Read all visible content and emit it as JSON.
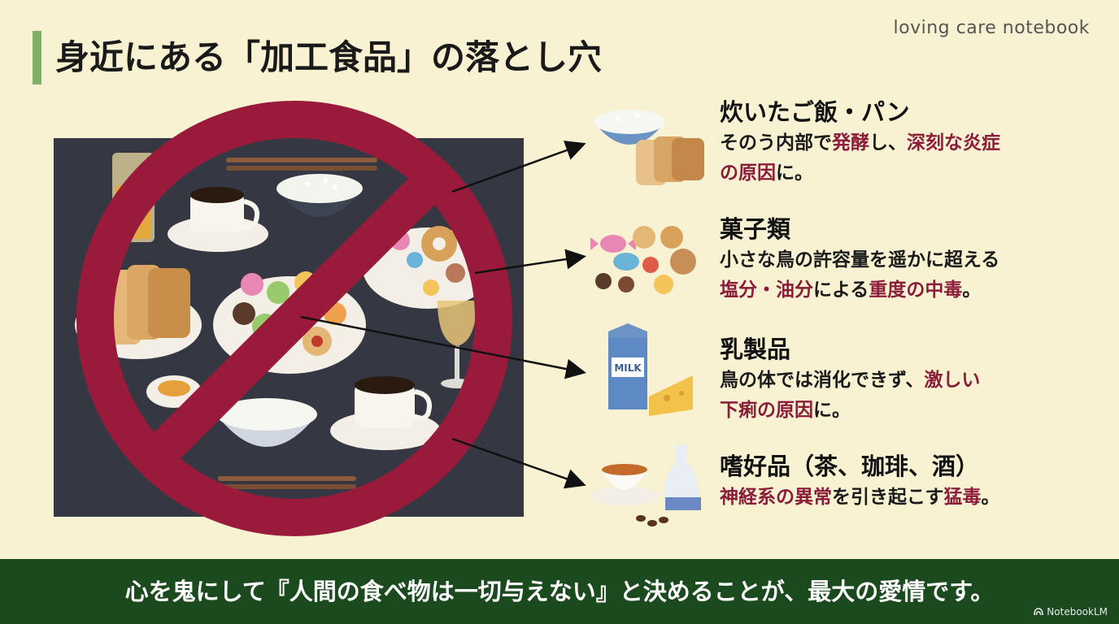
{
  "header": {
    "title": "身近にある「加工食品」の落とし穴",
    "brand": "loving care notebook"
  },
  "items": [
    {
      "title": "炊いたご飯・パン",
      "lines": [
        [
          {
            "t": "そのう内部で",
            "hl": false
          },
          {
            "t": "発酵",
            "hl": true
          },
          {
            "t": "し、",
            "hl": false
          },
          {
            "t": "深刻な炎症",
            "hl": true
          }
        ],
        [
          {
            "t": "の原因",
            "hl": true
          },
          {
            "t": "に。",
            "hl": false
          }
        ]
      ],
      "icon": "rice-bread-icon"
    },
    {
      "title": "菓子類",
      "lines": [
        [
          {
            "t": "小さな鳥の許容量を遥かに超える",
            "hl": false
          }
        ],
        [
          {
            "t": "塩分・油分",
            "hl": true
          },
          {
            "t": "による",
            "hl": false
          },
          {
            "t": "重度の中毒",
            "hl": true
          },
          {
            "t": "。",
            "hl": false
          }
        ]
      ],
      "icon": "sweets-icon"
    },
    {
      "title": "乳製品",
      "lines": [
        [
          {
            "t": "鳥の体では消化できず、",
            "hl": false
          },
          {
            "t": "激しい",
            "hl": true
          }
        ],
        [
          {
            "t": "下痢の原因",
            "hl": true
          },
          {
            "t": "に。",
            "hl": false
          }
        ]
      ],
      "icon": "milk-cheese-icon"
    },
    {
      "title": "嗜好品（茶、珈琲、酒）",
      "lines": [
        [
          {
            "t": "神経系の異常",
            "hl": true
          },
          {
            "t": "を引き起こす",
            "hl": false
          },
          {
            "t": "猛毒",
            "hl": true
          },
          {
            "t": "。",
            "hl": false
          }
        ]
      ],
      "icon": "tea-sake-icon"
    }
  ],
  "milk_label": "MILK",
  "footer": {
    "message": "心を鬼にして『人間の食べ物は一切与えない』と決めることが、最大の愛情です。",
    "credit": "NotebookLM"
  },
  "colors": {
    "background": "#f8f2d2",
    "accent": "#7fb069",
    "highlight": "#8b1c3a",
    "footer": "#1c4a1f",
    "prohibition": "#9a1a3c"
  }
}
